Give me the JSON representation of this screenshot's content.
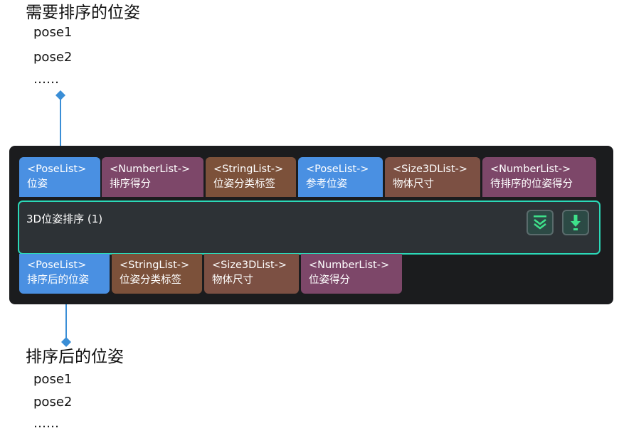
{
  "input_label": {
    "title": "需要排序的位姿",
    "items": [
      "pose1",
      "pose2",
      "……"
    ]
  },
  "node": {
    "title": "3D位姿排序 (1)",
    "inputs": [
      {
        "type": "<PoseList>",
        "name": "位姿",
        "color": "#4a90e2"
      },
      {
        "type": "<NumberList->",
        "name": "排序得分",
        "color": "#7d4769"
      },
      {
        "type": "<StringList->",
        "name": "位姿分类标签",
        "color": "#7c513a"
      },
      {
        "type": "<PoseList->",
        "name": "参考位姿",
        "color": "#4a90e2"
      },
      {
        "type": "<Size3DList->",
        "name": "物体尺寸",
        "color": "#7c5043"
      },
      {
        "type": "<NumberList->",
        "name": "待排序的位姿得分",
        "color": "#7d4769"
      }
    ],
    "outputs": [
      {
        "type": "<PoseList>",
        "name": "排序后的位姿",
        "color": "#4a90e2"
      },
      {
        "type": "<StringList->",
        "name": "位姿分类标签",
        "color": "#7c513a"
      },
      {
        "type": "<Size3DList->",
        "name": "物体尺寸",
        "color": "#7c5043"
      },
      {
        "type": "<NumberList->",
        "name": "位姿得分",
        "color": "#7d4769"
      }
    ],
    "buttons": [
      {
        "name": "collapse-button",
        "icon": "double-chevron-down-icon"
      },
      {
        "name": "download-button",
        "icon": "download-arrow-icon"
      }
    ],
    "accent_color": "#2bd9b8",
    "connector_color": "#3a8ed6"
  },
  "output_label": {
    "title": "排序后的位姿",
    "items": [
      "pose1",
      "pose2",
      "……"
    ]
  }
}
